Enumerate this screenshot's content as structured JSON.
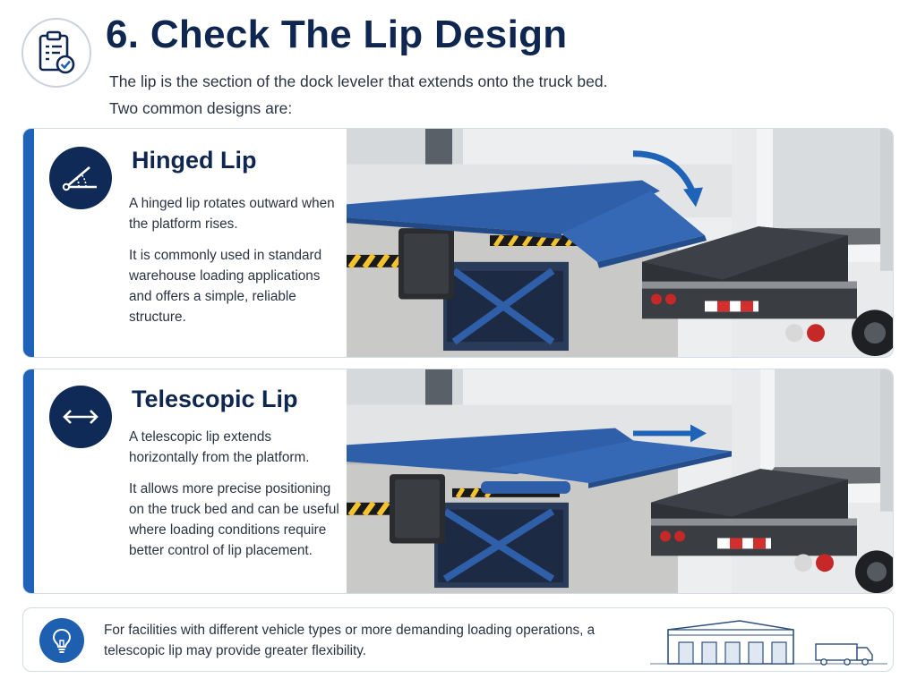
{
  "header": {
    "title": "6. Check The Lip Design",
    "intro_line1": "The lip is the section of the dock leveler that extends onto the truck bed.",
    "intro_line2": "Two common designs are:",
    "icon": "clipboard-check-icon"
  },
  "cards": [
    {
      "title": "Hinged Lip",
      "icon": "hinged-angle-icon",
      "paragraph1": "A hinged lip rotates outward when the platform rises.",
      "paragraph2": "It is commonly used in standard warehouse loading applications and offers a simple, reliable structure."
    },
    {
      "title": "Telescopic Lip",
      "icon": "horizontal-arrows-icon",
      "paragraph1": "A telescopic lip extends horizontally from the platform.",
      "paragraph2": "It allows more precise positioning on the truck bed and can be useful where loading conditions require better control of lip placement."
    }
  ],
  "footer": {
    "icon": "lightbulb-icon",
    "note": "For facilities with different vehicle types or more demanding loading operations, a telescopic lip may provide greater flexibility."
  },
  "colors": {
    "navy": "#0f2750",
    "accent_blue": "#1f63b8",
    "leveler_blue": "#2f5fa8"
  }
}
